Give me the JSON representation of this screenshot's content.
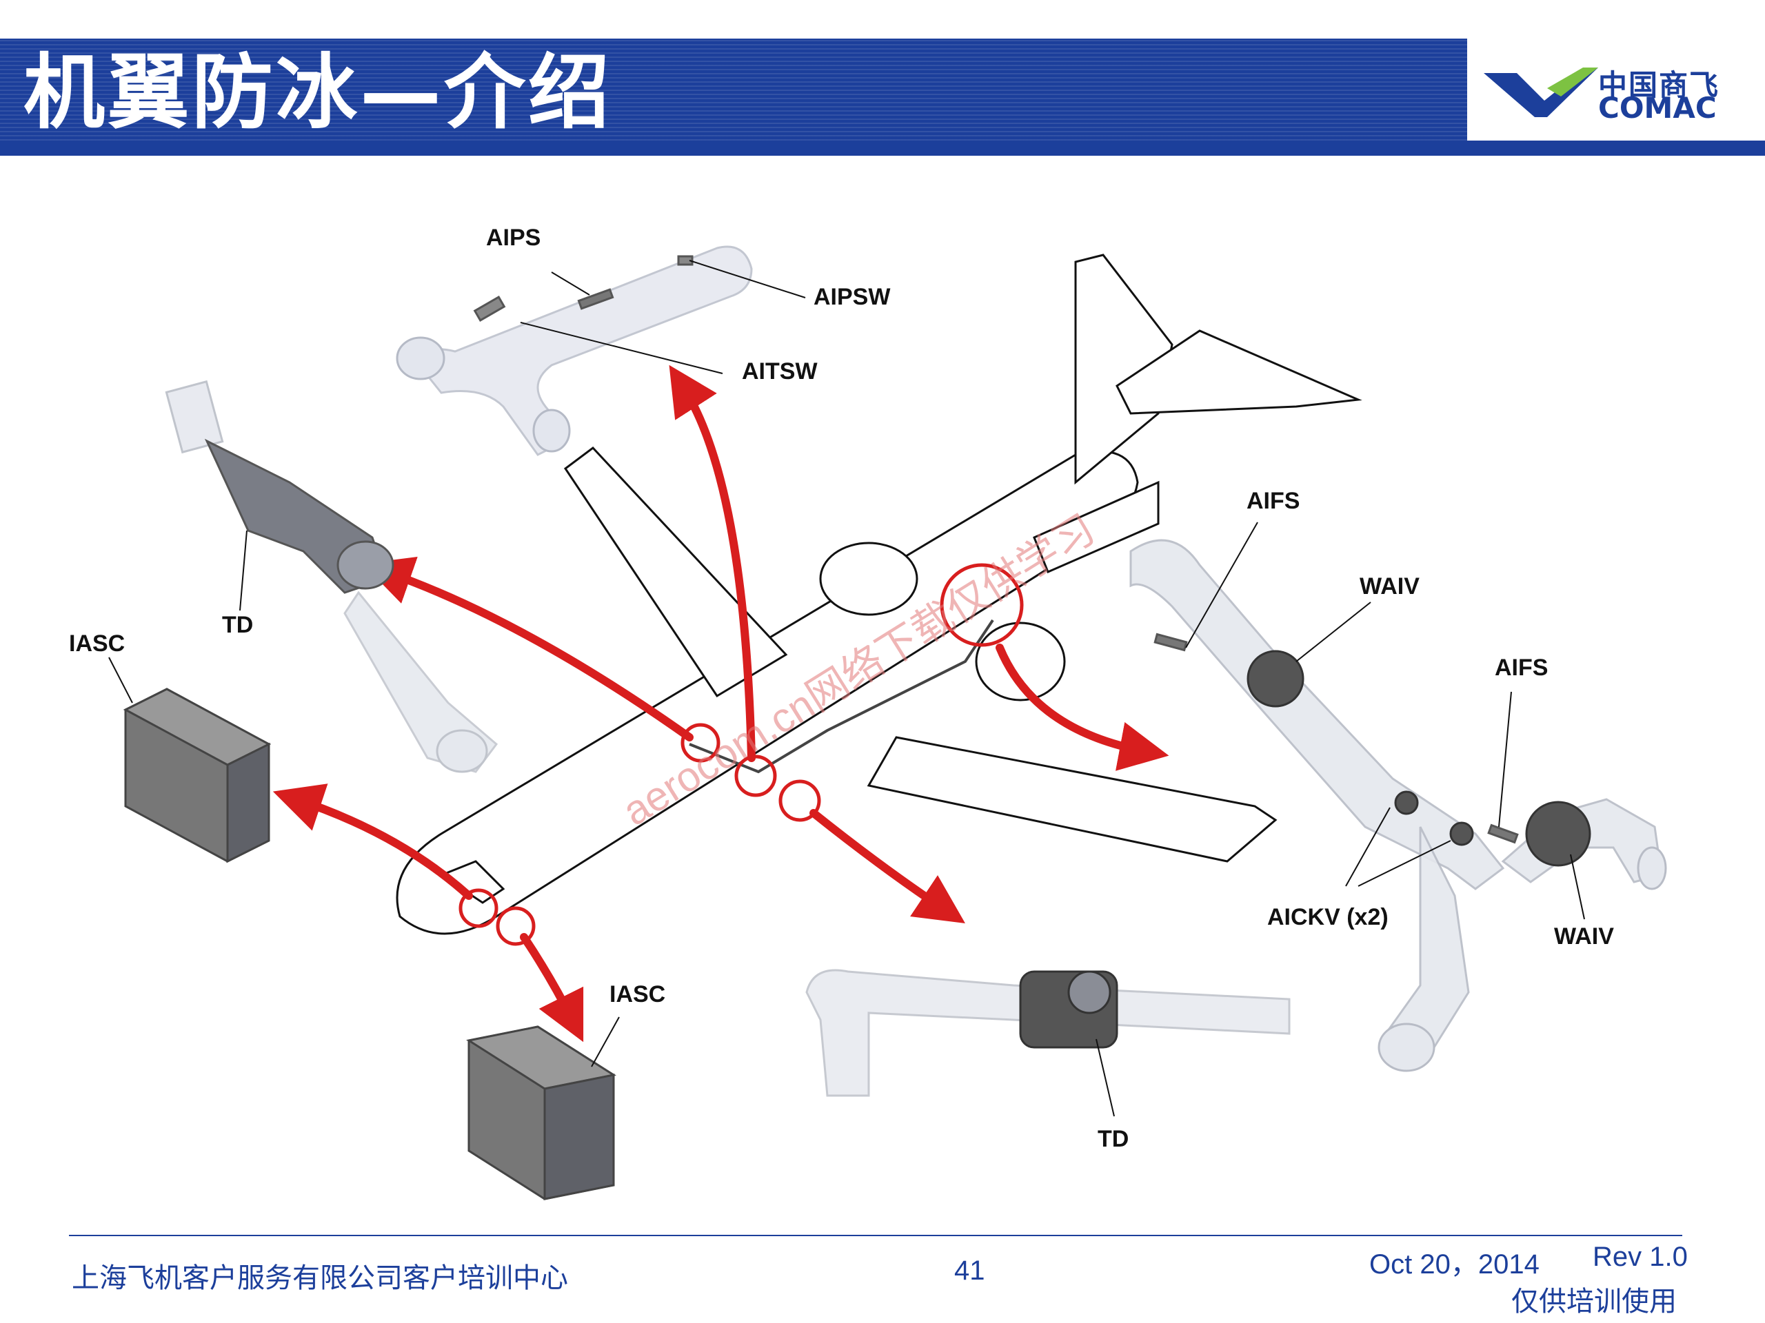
{
  "header": {
    "title": "机翼防冰—介绍",
    "logo_cn": "中国商飞",
    "logo_en": "COMAC",
    "brand_blue": "#1c3f9b",
    "brand_green": "#7dc242"
  },
  "diagram": {
    "labels": {
      "aips": "AIPS",
      "aipsw": "AIPSW",
      "aitsw": "AITSW",
      "td_left": "TD",
      "iasc_left": "IASC",
      "iasc_bottom": "IASC",
      "aifs_top": "AIFS",
      "waiv_top": "WAIV",
      "aifs_right": "AIFS",
      "aickv": "AICKV (x2)",
      "waiv_bottom": "WAIV",
      "td_bottom": "TD"
    },
    "watermark": "aerocom.cn网络下载仅供学习",
    "arrow_color": "#d81e1e"
  },
  "footer": {
    "company": "上海飞机客户服务有限公司客户培训中心",
    "page": "41",
    "date": "Oct 20，2014",
    "rev": "Rev 1.0",
    "note": "仅供培训使用"
  }
}
